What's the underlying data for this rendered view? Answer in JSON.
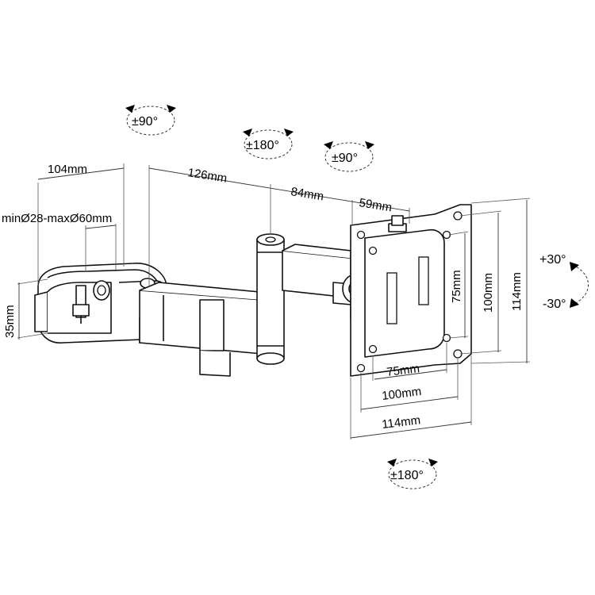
{
  "dimensions": {
    "clamp_depth": "104mm",
    "clamp_range": "minØ28-maxØ60mm",
    "clamp_height": "35mm",
    "arm1_length": "126mm",
    "arm2_length": "84mm",
    "head_length": "59mm",
    "vesa_h_75": "75mm",
    "vesa_h_100": "100mm",
    "plate_width": "114mm",
    "vesa_v_75": "75mm",
    "vesa_v_100": "100mm",
    "plate_height": "114mm"
  },
  "rotations": {
    "clamp_swivel": "±90°",
    "arm_swivel": "±180°",
    "head_swivel": "±90°",
    "tilt_up": "+30°",
    "tilt_down": "-30°",
    "plate_rotation": "±180°"
  }
}
